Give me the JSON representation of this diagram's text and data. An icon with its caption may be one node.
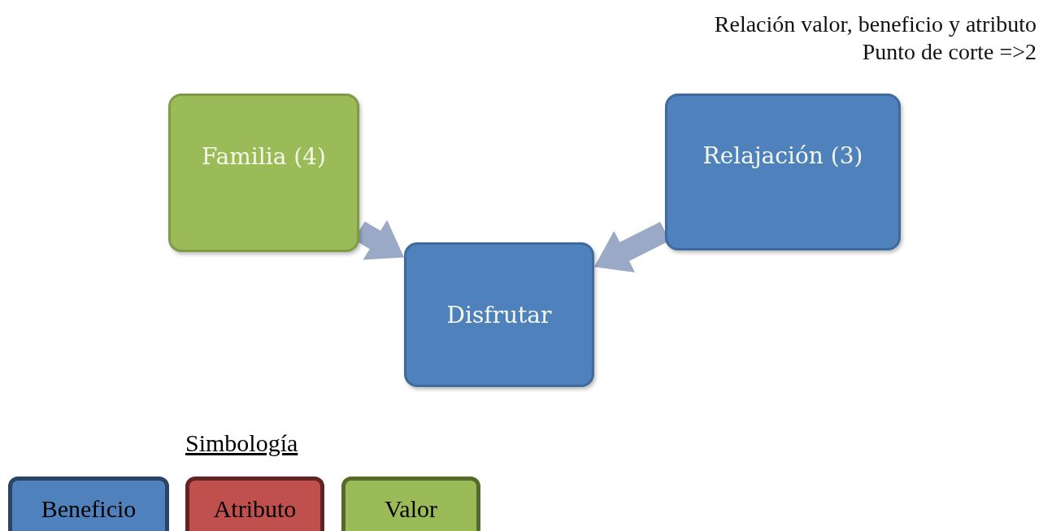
{
  "diagram": {
    "title": "Relación valor, beneficio y atributo",
    "nodes": [
      {
        "text": [
          "Familia (4)"
        ]
      },
      {
        "text": [
          "Relajación (3)"
        ]
      },
      {
        "text": [
          "Disfrutar"
        ]
      }
    ],
    "edges": [
      {
        "from": 0,
        "to": 2,
        "arrow": "to",
        "style": "thick"
      },
      {
        "from": 1,
        "to": 2,
        "arrow": "to",
        "style": "thick"
      }
    ],
    "labels": [
      "Punto de corte =>2",
      "Simbología"
    ],
    "legend": [
      {
        "text": "Beneficio",
        "color": "#4f81bd"
      },
      {
        "text": "Atributo",
        "color": "#c0504d"
      },
      {
        "text": "Valor",
        "color": "#9bbb59"
      }
    ]
  }
}
